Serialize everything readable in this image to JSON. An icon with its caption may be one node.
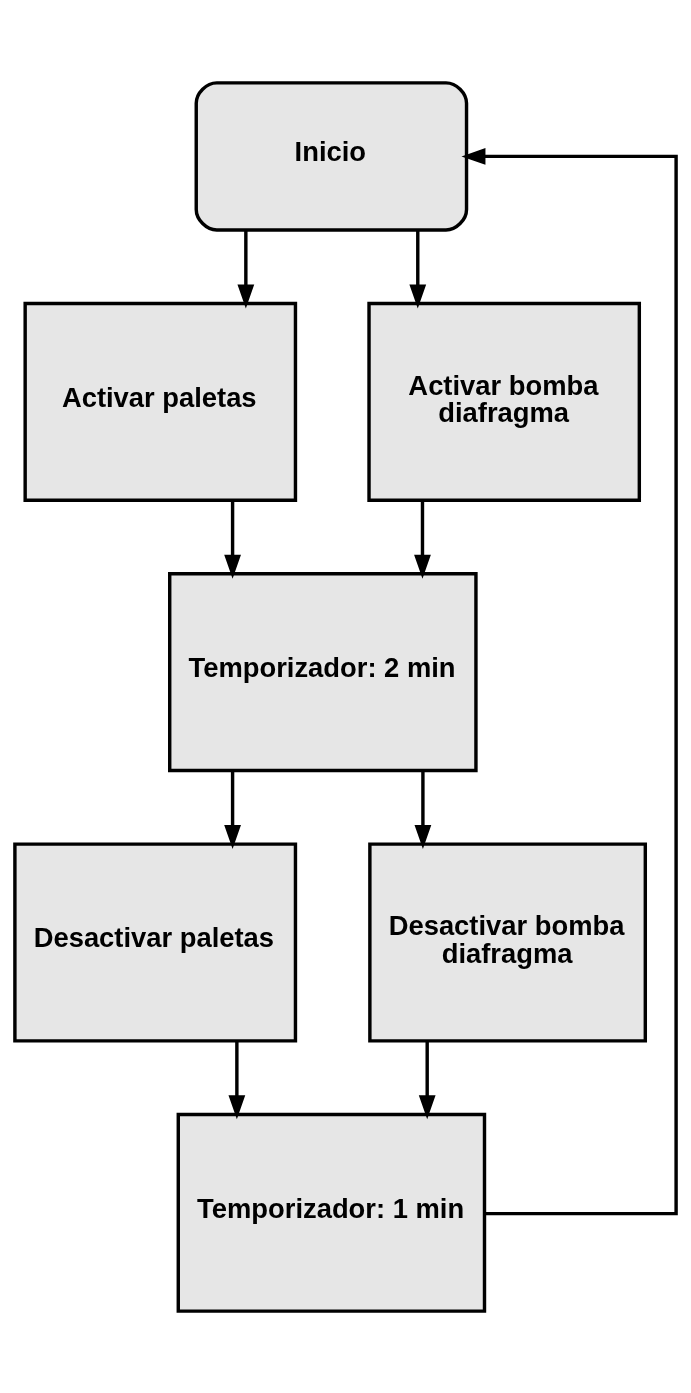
{
  "diagram": {
    "nodes": [
      {
        "text": [
          "Inicio"
        ]
      },
      {
        "text": [
          "Activar paletas"
        ]
      },
      {
        "text": [
          "Activar bomba diafragma"
        ]
      },
      {
        "text": [
          "Temporizador: 2 min"
        ]
      },
      {
        "text": [
          "Desactivar paletas"
        ]
      },
      {
        "text": [
          "Desactivar bomba diafragma"
        ]
      },
      {
        "text": [
          "Temporizador: 1 min"
        ]
      }
    ],
    "edges": [
      {
        "from": 0,
        "to": 1,
        "arrow": "to"
      },
      {
        "from": 0,
        "to": 2,
        "arrow": "to"
      },
      {
        "from": 1,
        "to": 3,
        "arrow": "to"
      },
      {
        "from": 2,
        "to": 3,
        "arrow": "to"
      },
      {
        "from": 3,
        "to": 4,
        "arrow": "to"
      },
      {
        "from": 3,
        "to": 5,
        "arrow": "to"
      },
      {
        "from": 4,
        "to": 6,
        "arrow": "to"
      },
      {
        "from": 5,
        "to": 6,
        "arrow": "to"
      },
      {
        "from": 6,
        "to": 0,
        "arrow": "to"
      }
    ]
  }
}
